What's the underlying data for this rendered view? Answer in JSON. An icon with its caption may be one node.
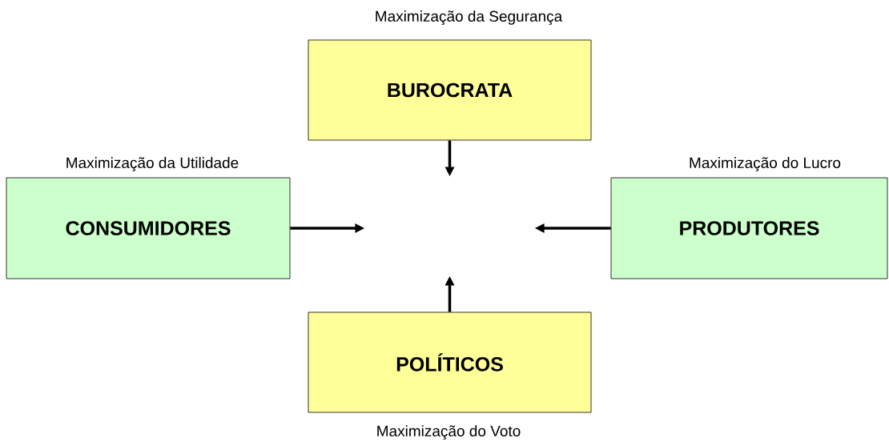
{
  "diagram": {
    "nodes": [
      {
        "text": [
          "BUROCRATA"
        ],
        "beside": [
          "Maximização da Segurança"
        ]
      },
      {
        "text": [
          "CONSUMIDORES"
        ],
        "beside": [
          "Maximização da Utilidade"
        ]
      },
      {
        "text": [
          "PRODUTORES"
        ],
        "beside": [
          "Maximização do Lucro"
        ]
      },
      {
        "text": [
          "POLÍTICOS"
        ],
        "beside": [
          "Maximização do Voto"
        ]
      }
    ],
    "edges": [
      {
        "from": 0,
        "to": null,
        "arrow": "to"
      },
      {
        "from": 1,
        "to": null,
        "arrow": "to"
      },
      {
        "from": 2,
        "to": null,
        "arrow": "to"
      },
      {
        "from": 3,
        "to": null,
        "arrow": "to"
      }
    ]
  }
}
